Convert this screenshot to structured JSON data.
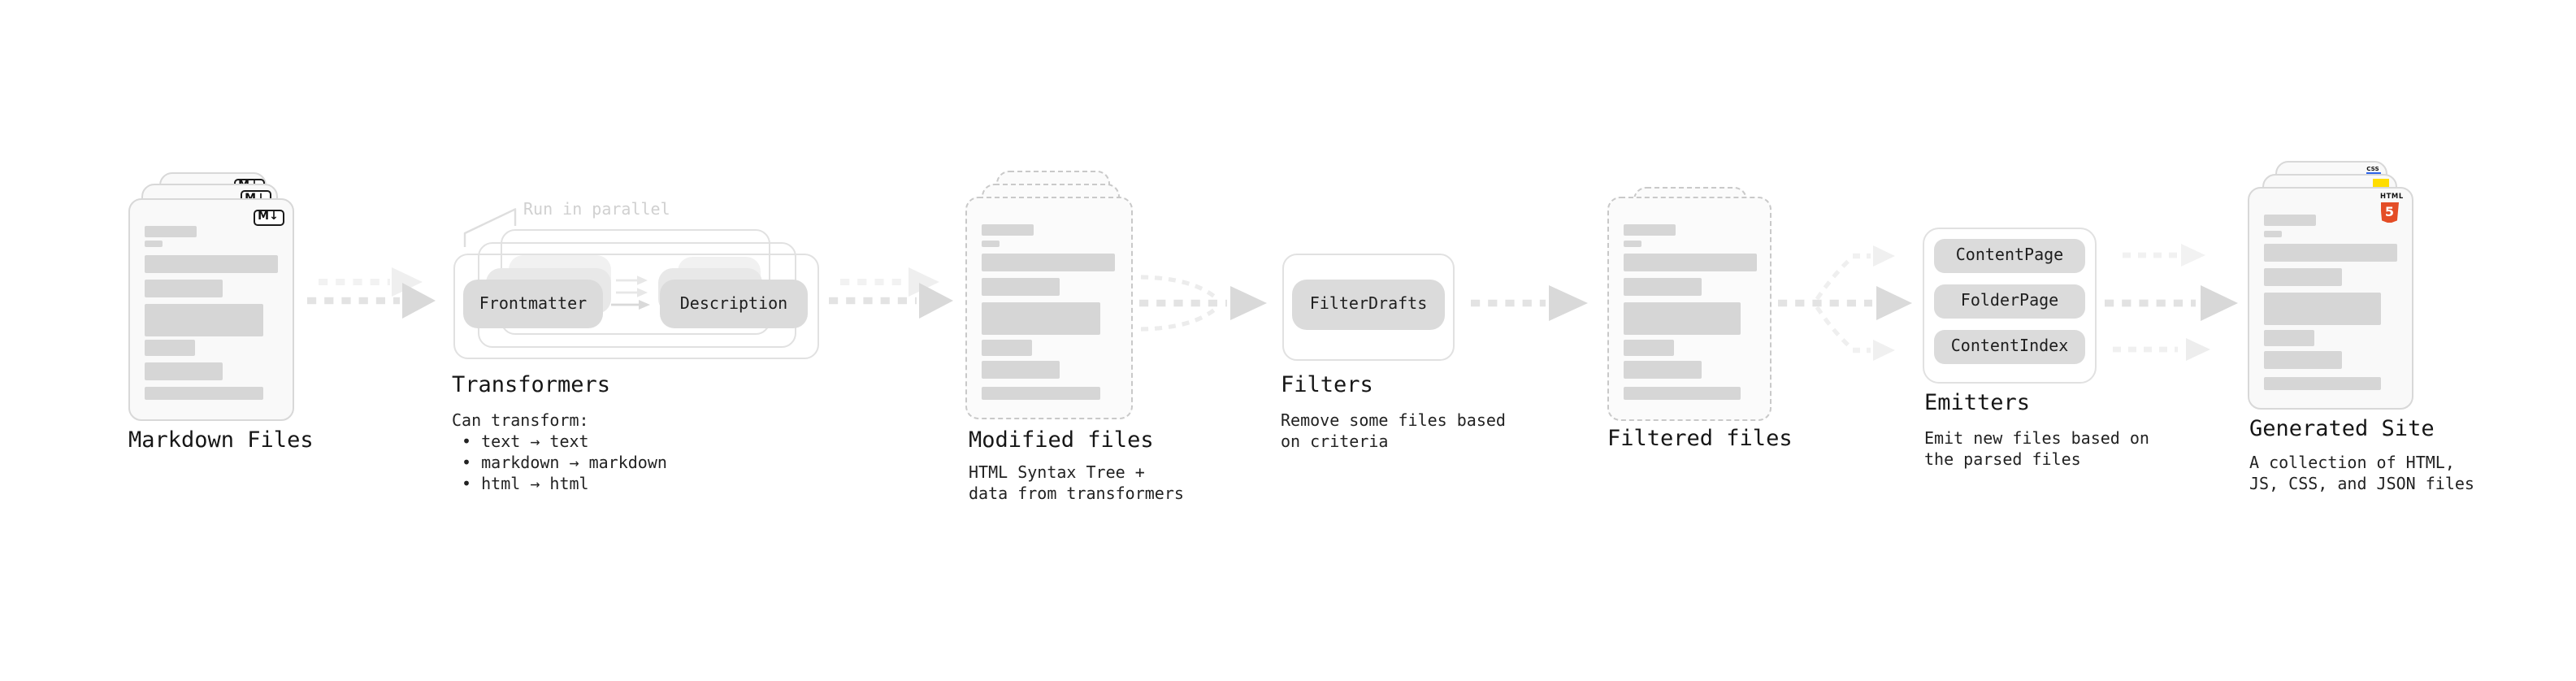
{
  "diagram": {
    "stages": [
      {
        "id": "markdown-files",
        "title": "Markdown Files"
      },
      {
        "id": "transformers",
        "title": "Transformers",
        "note": "Run in parallel",
        "buttons": [
          "Frontmatter",
          "Description"
        ],
        "description": "Can transform:\n • text → text\n • markdown → markdown\n • html → html"
      },
      {
        "id": "modified-files",
        "title": "Modified files",
        "description": "HTML Syntax Tree +\ndata from transformers"
      },
      {
        "id": "filters",
        "title": "Filters",
        "buttons": [
          "FilterDrafts"
        ],
        "description": "Remove some files based\non criteria"
      },
      {
        "id": "filtered-files",
        "title": "Filtered files"
      },
      {
        "id": "emitters",
        "title": "Emitters",
        "buttons": [
          "ContentPage",
          "FolderPage",
          "ContentIndex"
        ],
        "description": "Emit new files based on\nthe parsed files"
      },
      {
        "id": "generated-site",
        "title": "Generated Site",
        "description": "A collection of HTML,\nJS, CSS, and JSON files"
      }
    ],
    "badges": {
      "markdown": "M↓",
      "html_label": "HTML",
      "html_number": "5",
      "css_label": "CSS"
    },
    "colors": {
      "html5_orange": "#e44d26",
      "html5_orange_light": "#f16529",
      "js_yellow": "#ffdd00",
      "css_blue": "#2d63e8",
      "background": "#ffffff"
    }
  }
}
